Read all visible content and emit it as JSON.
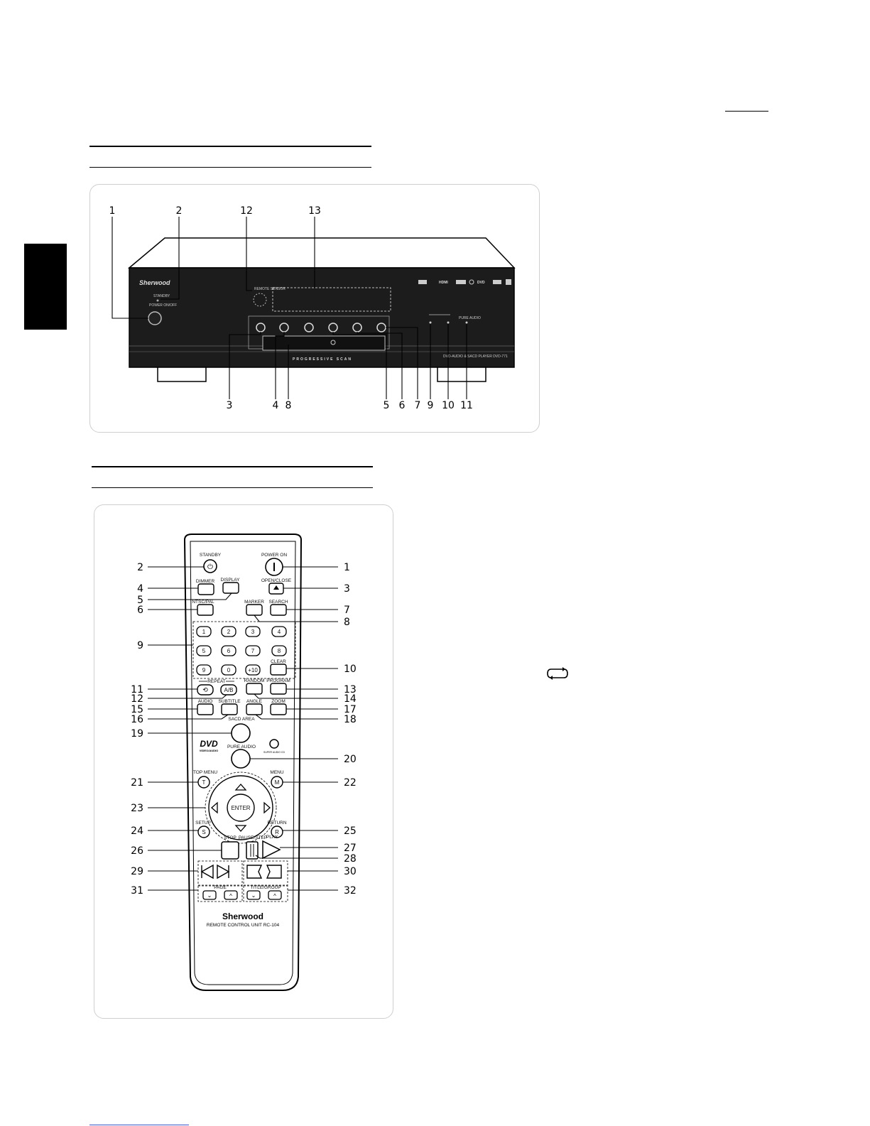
{
  "front_panel": {
    "callouts_top": [
      "1",
      "2",
      "12",
      "13"
    ],
    "callouts_bottom": [
      "3",
      "4",
      "8",
      "5",
      "6",
      "7",
      "9",
      "10",
      "11"
    ],
    "brand": "Sherwood",
    "standby_label": "STANDBY",
    "power_label": "POWER ON/OFF",
    "remote_sensor_label": "REMOTE SENSOR",
    "tray_band_text": "PROGRESSIVE SCAN",
    "model_text": "DVD-AUDIO & SACD PLAYER DVD-771",
    "pure_audio_label": "PURE AUDIO",
    "logos": [
      "HDMI",
      "DVD"
    ]
  },
  "remote": {
    "callouts_left": [
      "2",
      "4",
      "5",
      "6",
      "9",
      "11",
      "12",
      "15",
      "16",
      "19",
      "21",
      "23",
      "24",
      "26",
      "29",
      "31"
    ],
    "callouts_right": [
      "1",
      "3",
      "7",
      "8",
      "10",
      "13",
      "14",
      "17",
      "18",
      "20",
      "22",
      "25",
      "27",
      "28",
      "30",
      "32"
    ],
    "labels": {
      "standby": "STANDBY",
      "power_on": "POWER ON",
      "dimmer": "DIMMER",
      "display": "DISPLAY",
      "open_close": "OPEN/CLOSE",
      "ntsc_pal": "NTSC/PAL",
      "marker": "MARKER",
      "search": "SEARCH",
      "clear": "CLEAR",
      "repeat": "REPEAT",
      "ab": "A/B",
      "random": "RANDOM",
      "program": "PROGRAM",
      "audio": "AUDIO",
      "subtitle": "SUBTITLE",
      "angle": "ANGLE",
      "zoom": "ZOOM",
      "sacd_area": "SACD AREA",
      "pure_audio": "PURE AUDIO",
      "top_menu": "TOP MENU",
      "menu": "MENU",
      "t": "T",
      "m": "M",
      "enter": "ENTER",
      "setup": "SETUP",
      "s": "S",
      "return": "RETURN",
      "r": "R",
      "stop": "STOP",
      "pause_step": "PAUSE/STEP",
      "play": "PLAY",
      "page": "PAGE",
      "title_group": "TITLE/GROUP",
      "brand": "Sherwood",
      "model": "REMOTE CONTROL UNIT RC-104",
      "dvd_logo": "DVD",
      "dvd_logo_sub": "VIDEO/AUDIO",
      "sacd_logo_sub": "SUPER AUDIO CD"
    },
    "numpad": [
      "1",
      "2",
      "3",
      "4",
      "5",
      "6",
      "7",
      "8",
      "9",
      "0",
      "+10"
    ]
  }
}
